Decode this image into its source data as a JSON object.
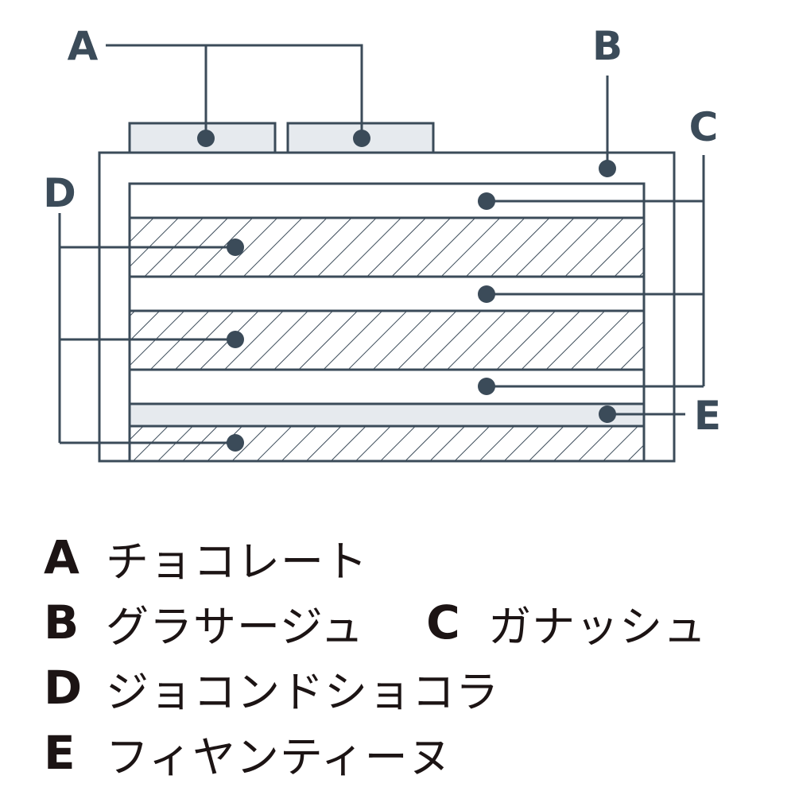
{
  "callouts": {
    "a": "A",
    "b": "B",
    "c": "C",
    "d": "D",
    "e": "E"
  },
  "legend": [
    {
      "key": "A",
      "label": "チョコレート"
    },
    {
      "key": "B",
      "label": "グラサージュ"
    },
    {
      "key": "C",
      "label": "ガナッシュ"
    },
    {
      "key": "D",
      "label": "ジョコンドショコラ"
    },
    {
      "key": "E",
      "label": "フィヤンティーヌ"
    }
  ],
  "colors": {
    "line": "#3b4b59",
    "fill_light": "#e6eaee",
    "text": "#1c1414"
  }
}
